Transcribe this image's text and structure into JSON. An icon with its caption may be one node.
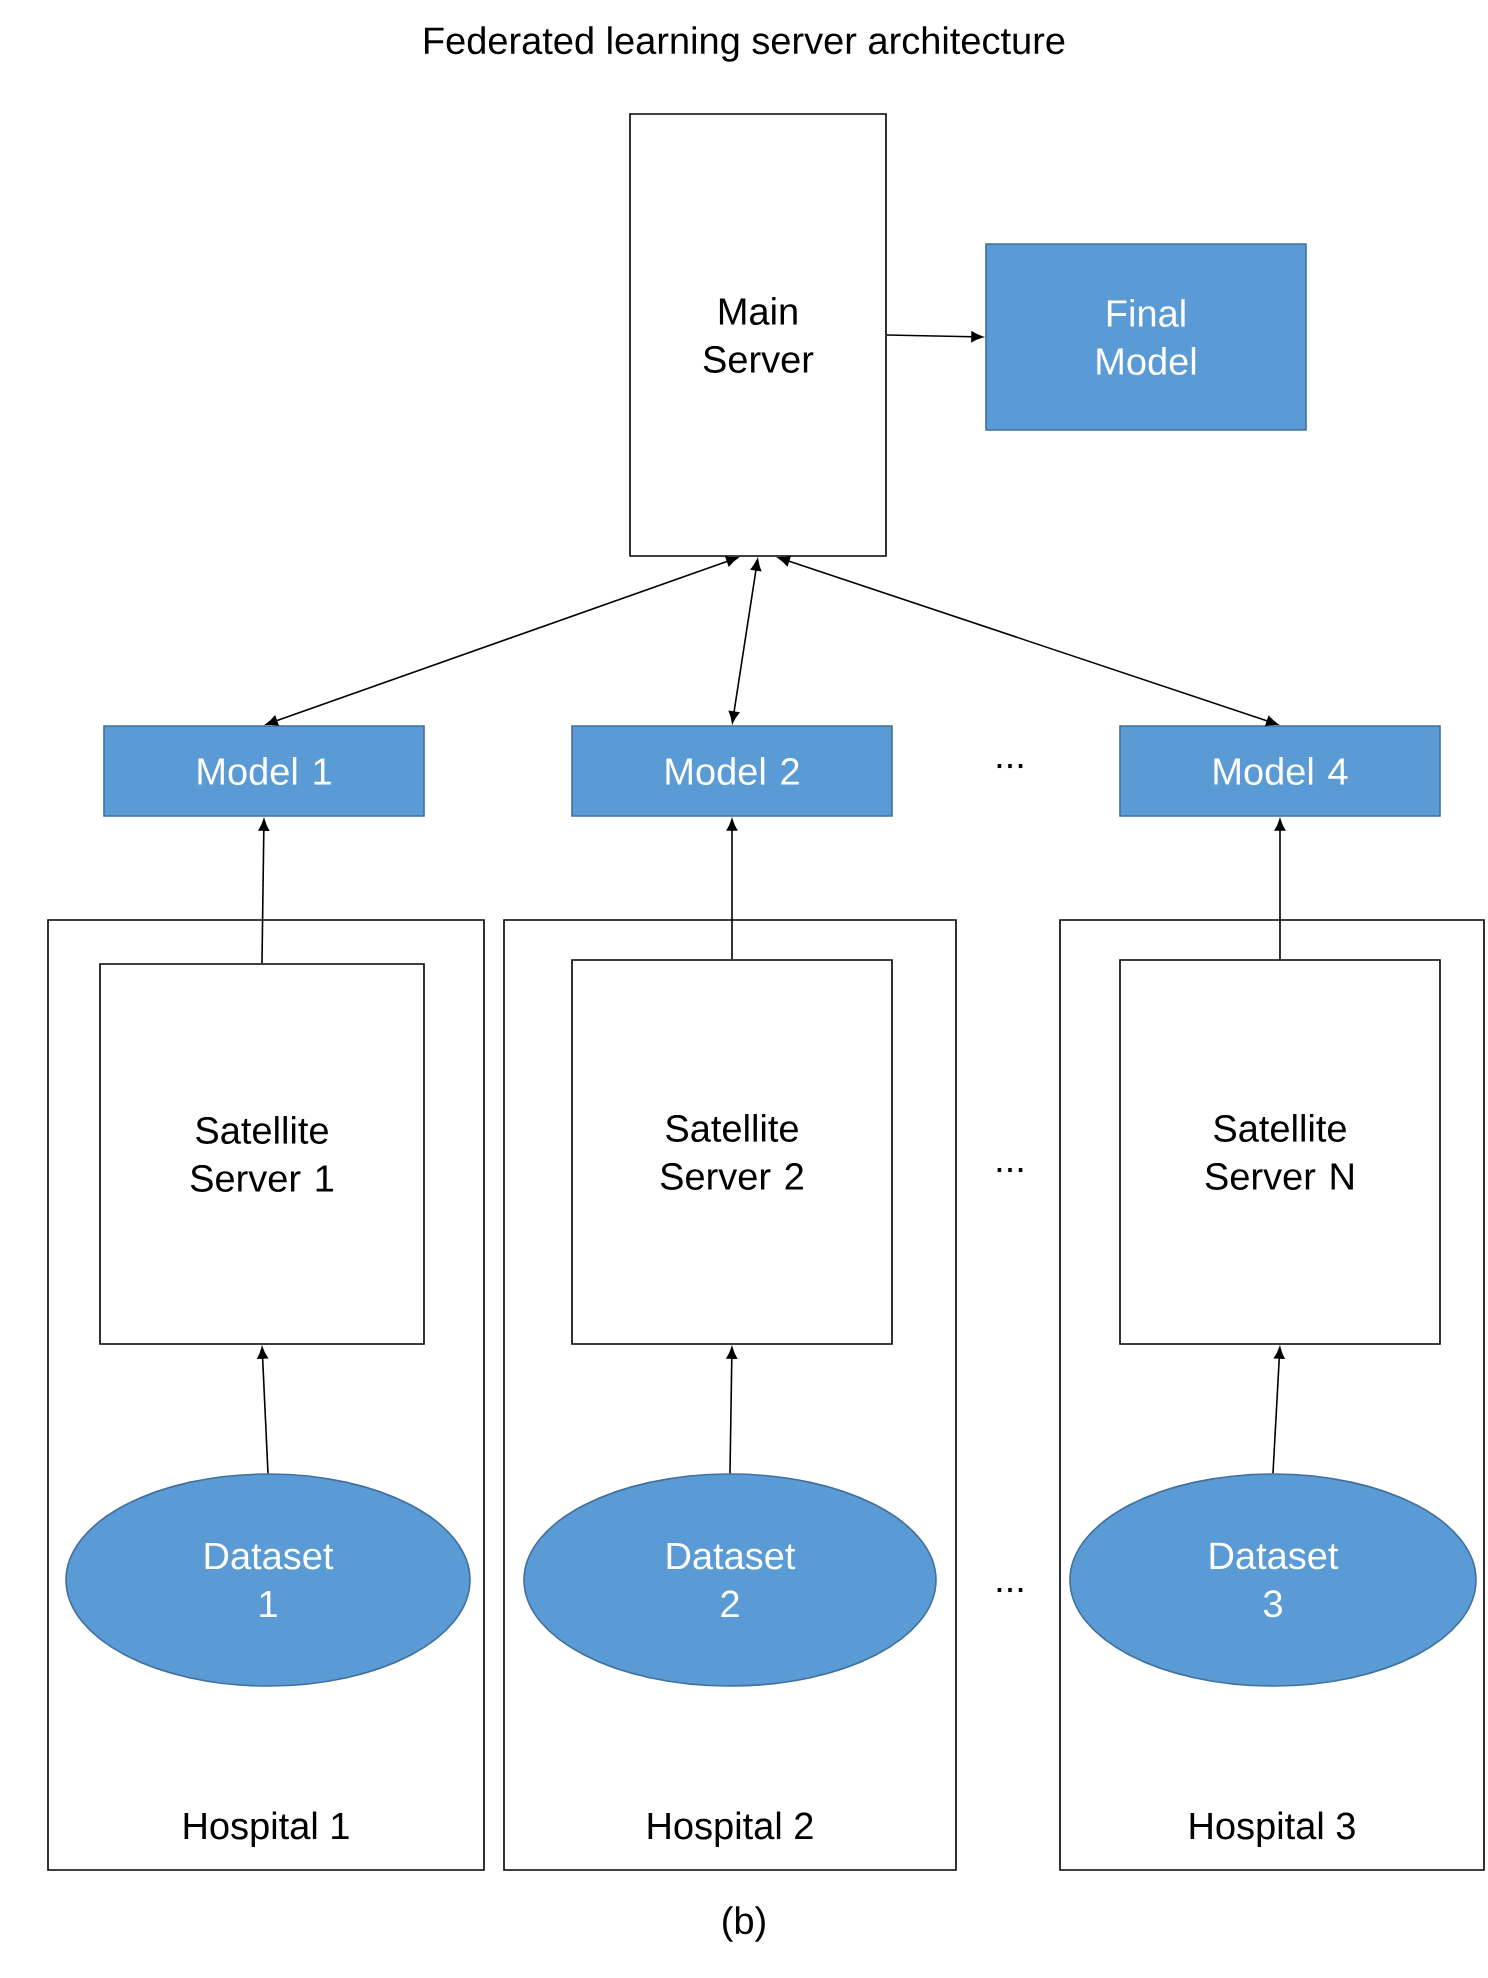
{
  "diagram": {
    "title": "Federated learning server architecture",
    "caption": "(b)",
    "nodes": [
      {
        "text": [
          "Main Server"
        ]
      },
      {
        "text": [
          "Final Model"
        ]
      },
      {
        "text": [
          "Model 1"
        ]
      },
      {
        "text": [
          "Model 2"
        ]
      },
      {
        "text": [
          "Model 4"
        ]
      },
      {
        "text": [
          "Hospital 1"
        ]
      },
      {
        "text": [
          "Satellite Server 1"
        ],
        "in": 5
      },
      {
        "text": [
          "Dataset 1"
        ],
        "in": 5
      },
      {
        "text": [
          "Hospital 2"
        ]
      },
      {
        "text": [
          "Satellite Server 2"
        ],
        "in": 8
      },
      {
        "text": [
          "Dataset 2"
        ],
        "in": 8
      },
      {
        "text": [
          "Hospital 3"
        ]
      },
      {
        "text": [
          "Satellite Server N"
        ],
        "in": 11
      },
      {
        "text": [
          "Dataset 3"
        ],
        "in": 11
      }
    ],
    "edges": [
      {
        "from": 0,
        "to": 1,
        "arrow": "to"
      },
      {
        "from": 0,
        "to": 2,
        "arrow": "both"
      },
      {
        "from": 0,
        "to": 3,
        "arrow": "both"
      },
      {
        "from": 0,
        "to": 4,
        "arrow": "both"
      },
      {
        "from": 6,
        "to": 2,
        "arrow": "to"
      },
      {
        "from": 9,
        "to": 3,
        "arrow": "to"
      },
      {
        "from": 12,
        "to": 4,
        "arrow": "to"
      },
      {
        "from": 7,
        "to": 6,
        "arrow": "to"
      },
      {
        "from": 10,
        "to": 9,
        "arrow": "to"
      },
      {
        "from": 13,
        "to": 12,
        "arrow": "to"
      }
    ],
    "labels": [
      "...",
      "...",
      "..."
    ]
  }
}
